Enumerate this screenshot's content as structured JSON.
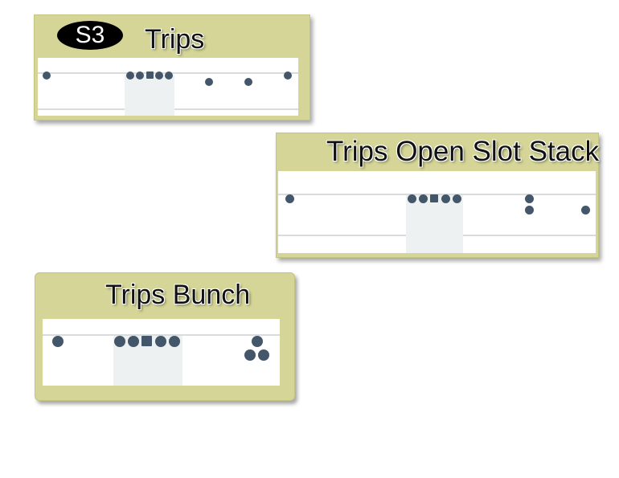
{
  "colors": {
    "card_bg": "#d4d596",
    "field_bg": "#ffffff",
    "box_zone": "#eef1f2",
    "player": "#44566a"
  },
  "cards": [
    {
      "title": "Trips",
      "badge": "S3"
    },
    {
      "title": "Trips Open Slot Stack"
    },
    {
      "title": "Trips Bunch"
    }
  ]
}
